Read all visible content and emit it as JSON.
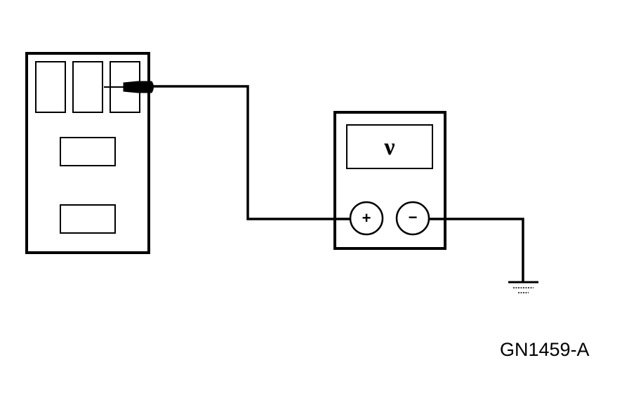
{
  "figure": {
    "id_label": "GN1459-A"
  },
  "voltmeter": {
    "display_symbol": "ν",
    "positive_terminal": "+",
    "negative_terminal": "−"
  },
  "colors": {
    "line": "#000000",
    "background": "#ffffff"
  },
  "icons": [
    "fuse-box",
    "probe-connector",
    "voltmeter",
    "ground-symbol"
  ]
}
